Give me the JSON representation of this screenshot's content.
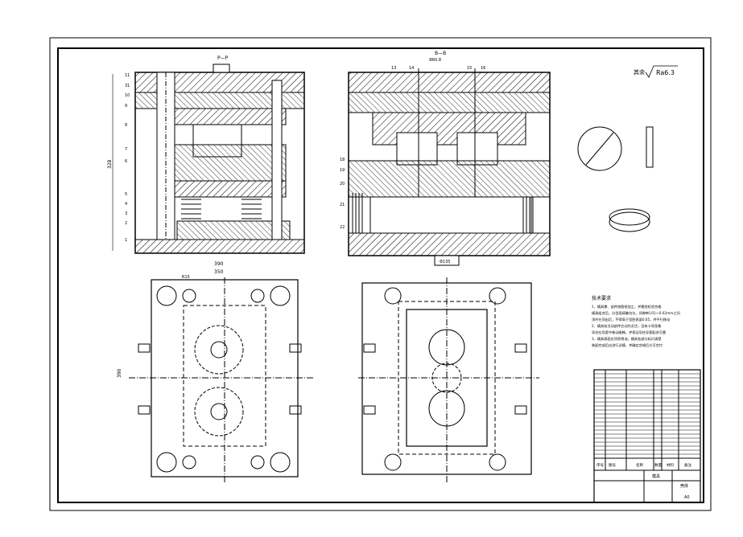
{
  "drawing": {
    "section_pp": "P—P",
    "section_bb": "B—B",
    "roughness_prefix": "其余",
    "roughness_value": "Ra6.3",
    "dim_height_left": "328",
    "dim_width_outer": "390",
    "dim_width_inner": "350",
    "dim_r": "R15",
    "dim_height_plan": "390",
    "dim_top_bb": "Φ60.8",
    "dim_bottom_bb": "Φ135",
    "part_numbers_left": [
      "11",
      "31",
      "10",
      "9",
      "8",
      "7",
      "6",
      "5",
      "4",
      "3",
      "2",
      "1"
    ],
    "part_numbers_right_top": [
      "13",
      "14",
      "15",
      "16"
    ],
    "part_numbers_right_side": [
      "18",
      "19",
      "20",
      "21",
      "22"
    ],
    "tech_title": "技术要求",
    "tech_lines": [
      "1、模具零、部件按图纸加工，并需经检验合格",
      "模具组合后，分型面接触均匀，间隙Φ0.01～0.02mm之间",
      "顶杆在顶出后，不得高于型腔表面0.05，并平行移动",
      "2、模具各活动部件应动作灵活，没有卡死现象",
      "导柱在导套中移动顺畅，并保证导柱导套配合可靠",
      "3、模具表面应涂防锈油，模具各部分标识清楚",
      "装配完成后应进行试模，并确定合格后方可交付"
    ],
    "title_block": {
      "col_headers": [
        "序号",
        "图号",
        "名称",
        "数量",
        "材料",
        "备注"
      ],
      "drawing_title": "模具",
      "part_name": "壳体",
      "sheet_size": "A0"
    }
  }
}
